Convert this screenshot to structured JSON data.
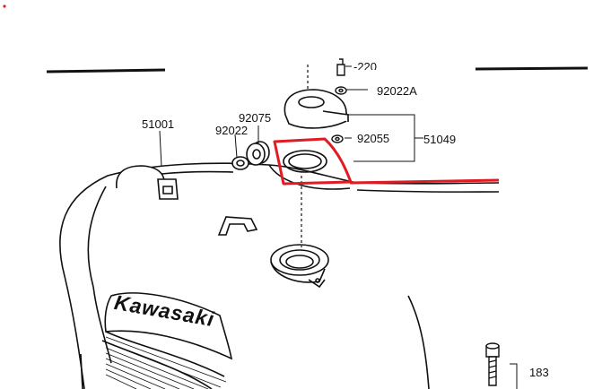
{
  "parts": {
    "tank": "51001",
    "cushion": "92075",
    "washer_left": "92022",
    "washer_top": "92022A",
    "washer_cap": "92055",
    "cap_assembly": "51049",
    "bolt": "183",
    "top_partial": "-220"
  },
  "brand_text": "Kawasaki",
  "highlight": {
    "color": "#e01b24",
    "target": "fuel cap gasket"
  }
}
